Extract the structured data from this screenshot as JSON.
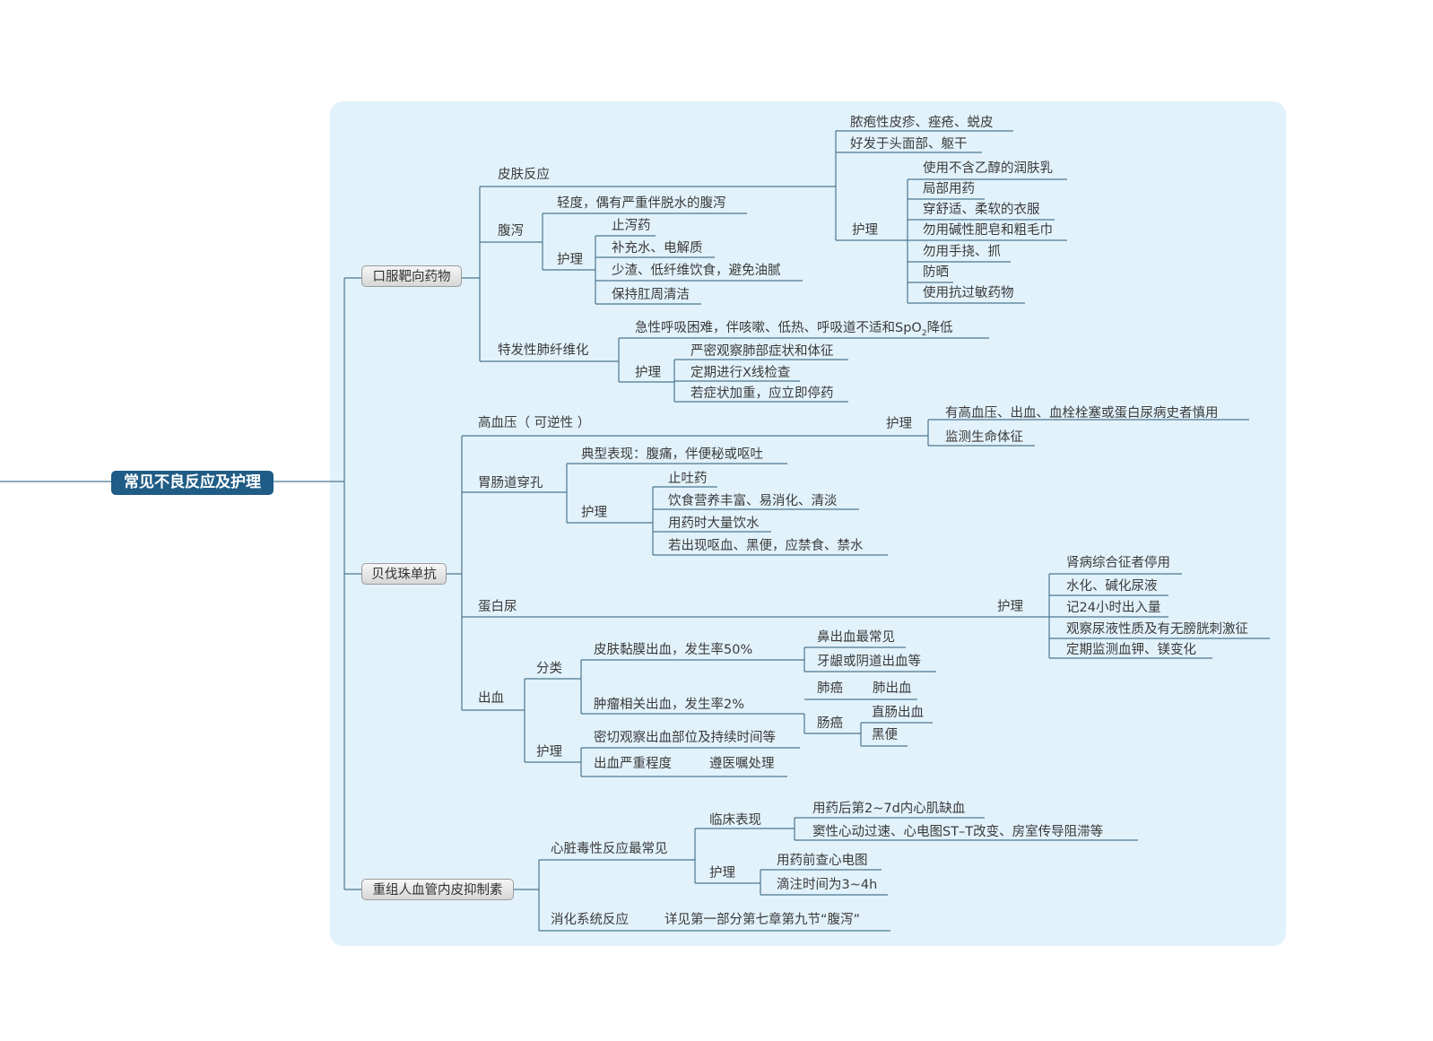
{
  "root": "常见不良反应及护理",
  "b1": {
    "label": "口服靶向药物",
    "skin": {
      "label": "皮肤反应",
      "s1": "脓疱性皮疹、痤疮、蜕皮",
      "s2": "好发于头面部、躯干",
      "care": "护理",
      "c": [
        "使用不含乙醇的润肤乳",
        "局部用药",
        "穿舒适、柔软的衣服",
        "勿用碱性肥皂和粗毛巾",
        "勿用手挠、抓",
        "防晒",
        "使用抗过敏药物"
      ]
    },
    "diarrhea": {
      "label": "腹泻",
      "d1": "轻度，偶有严重伴脱水的腹泻",
      "care": "护理",
      "c": [
        "止泻药",
        "补充水、电解质",
        "少渣、低纤维饮食，避免油腻",
        "保持肛周清洁"
      ]
    },
    "ipf": {
      "label": "特发性肺纤维化",
      "i1_a": "急性呼吸困难，伴咳嗽、低热、呼吸道不适和SpO",
      "i1_sub": "2",
      "i1_b": "降低",
      "care": "护理",
      "c": [
        "严密观察肺部症状和体征",
        "定期进行X线检查",
        "若症状加重，应立即停药"
      ]
    }
  },
  "b2": {
    "label": "贝伐珠单抗",
    "htn": {
      "label": "高血压（ 可逆性 ）",
      "care": "护理",
      "c": [
        "有高血压、出血、血栓栓塞或蛋白尿病史者慎用",
        "监测生命体征"
      ]
    },
    "gi": {
      "label": "胃肠道穿孔",
      "g1": "典型表现：腹痛，伴便秘或呕吐",
      "care": "护理",
      "c": [
        "止吐药",
        "饮食营养丰富、易消化、清淡",
        "用药时大量饮水",
        "若出现呕血、黑便，应禁食、禁水"
      ]
    },
    "prot": {
      "label": "蛋白尿",
      "care": "护理",
      "c": [
        "肾病综合征者停用",
        "水化、碱化尿液",
        "记24小时出入量",
        "观察尿液性质及有无膀胱刺激征",
        "定期监测血钾、镁变化"
      ]
    },
    "bleed": {
      "label": "出血",
      "cls": "分类",
      "skin": "皮肤黏膜出血，发生率50%",
      "nose": "鼻出血最常见",
      "gum": "牙龈或阴道出血等",
      "tumor": "肿瘤相关出血，发生率2%",
      "lung": "肺癌",
      "lung_b": "肺出血",
      "colon": "肠癌",
      "rect": "直肠出血",
      "black": "黑便",
      "care": "护理",
      "c1": "密切观察出血部位及持续时间等",
      "c2": "出血严重程度",
      "c2b": "遵医嘱处理"
    }
  },
  "b3": {
    "label": "重组人血管内皮抑制素",
    "cardio": {
      "label": "心脏毒性反应最常见",
      "clin": "临床表现",
      "k1": "用药后第2~7d内心肌缺血",
      "k2": "窦性心动过速、心电图ST–T改变、房室传导阻滞等",
      "care": "护理",
      "n1": "用药前查心电图",
      "n2": "滴注时间为3~4h"
    },
    "dig": {
      "label": "消化系统反应",
      "ref": "详见第一部分第七章第九节“腹泻”"
    }
  }
}
